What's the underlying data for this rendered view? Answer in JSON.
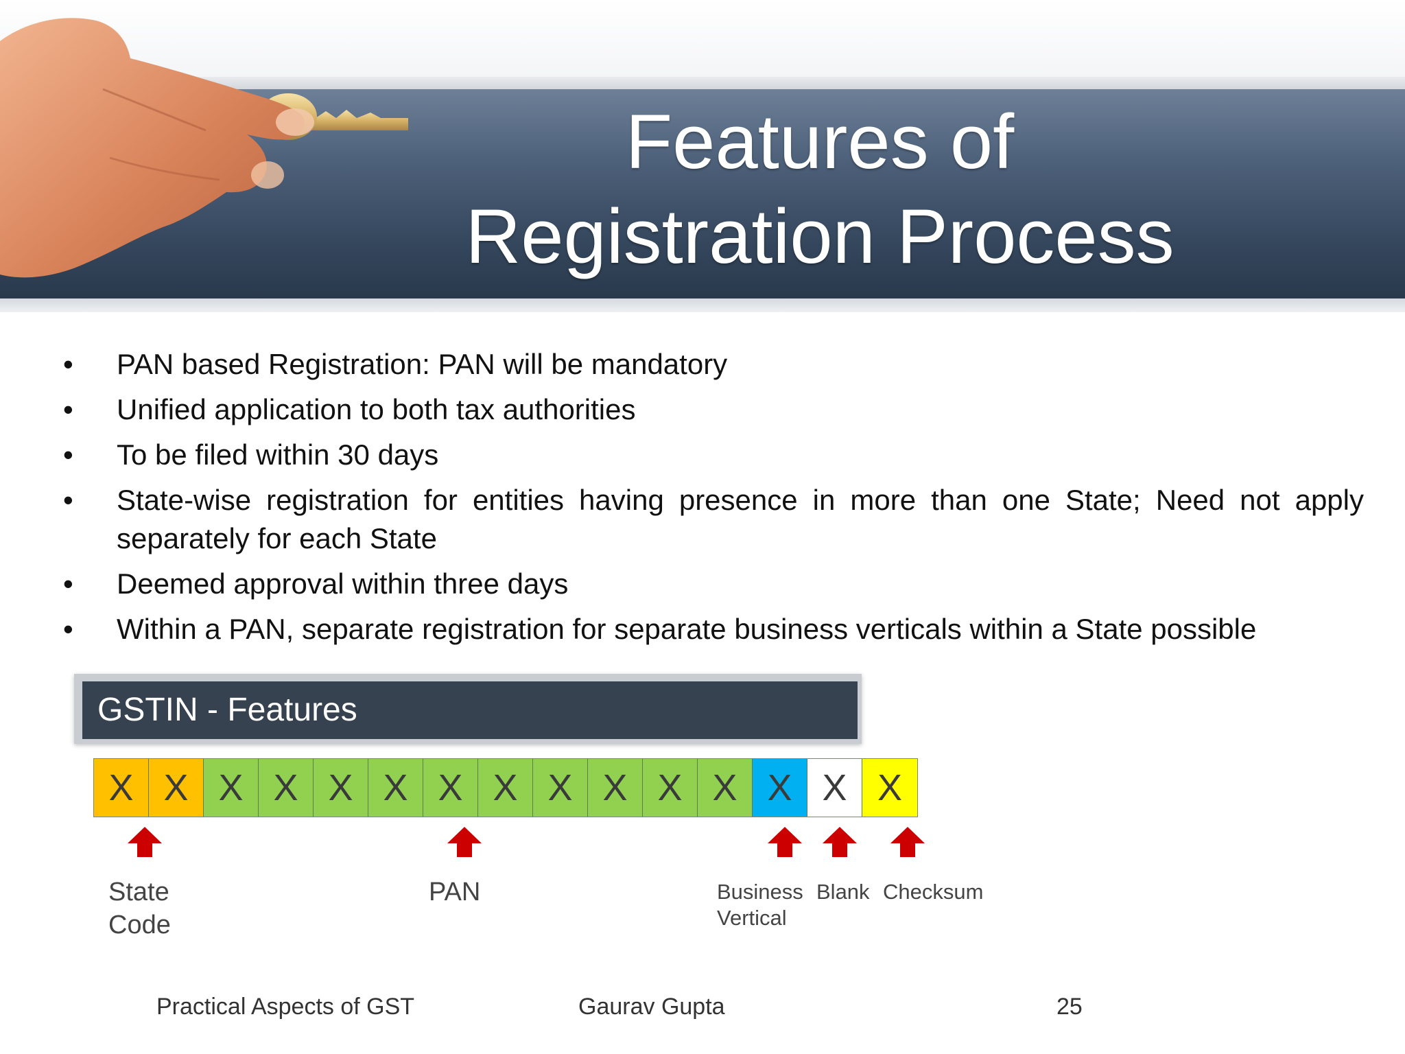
{
  "title": {
    "line1": "Features of",
    "line2": "Registration Process"
  },
  "bullets": [
    "PAN based Registration: PAN will be mandatory",
    "Unified application to both tax authorities",
    "To be filed within 30 days",
    "State-wise registration for entities having presence in more than one State; Need not apply separately for each State",
    "Deemed approval within three days",
    "Within a PAN, separate registration for separate business verticals within a State possible"
  ],
  "bullet_symbol": "•",
  "gstin": {
    "header": "GSTIN - Features",
    "cells": [
      {
        "char": "X",
        "color": "#FFC000"
      },
      {
        "char": "X",
        "color": "#FFC000"
      },
      {
        "char": "X",
        "color": "#92D050"
      },
      {
        "char": "X",
        "color": "#92D050"
      },
      {
        "char": "X",
        "color": "#92D050"
      },
      {
        "char": "X",
        "color": "#92D050"
      },
      {
        "char": "X",
        "color": "#92D050"
      },
      {
        "char": "X",
        "color": "#92D050"
      },
      {
        "char": "X",
        "color": "#92D050"
      },
      {
        "char": "X",
        "color": "#92D050"
      },
      {
        "char": "X",
        "color": "#92D050"
      },
      {
        "char": "X",
        "color": "#92D050"
      },
      {
        "char": "X",
        "color": "#00B0F0"
      },
      {
        "char": "X",
        "color": "#FFFFFF"
      },
      {
        "char": "X",
        "color": "#FFFF00"
      }
    ],
    "arrow_color": "#CC0000",
    "labels": {
      "state_code": "State\nCode",
      "pan": "PAN",
      "business_vertical": "Business\nVertical",
      "blank": "Blank",
      "checksum": "Checksum"
    }
  },
  "footer": {
    "left": "Practical Aspects of GST",
    "center": "Gaurav Gupta",
    "page_number": "25"
  }
}
